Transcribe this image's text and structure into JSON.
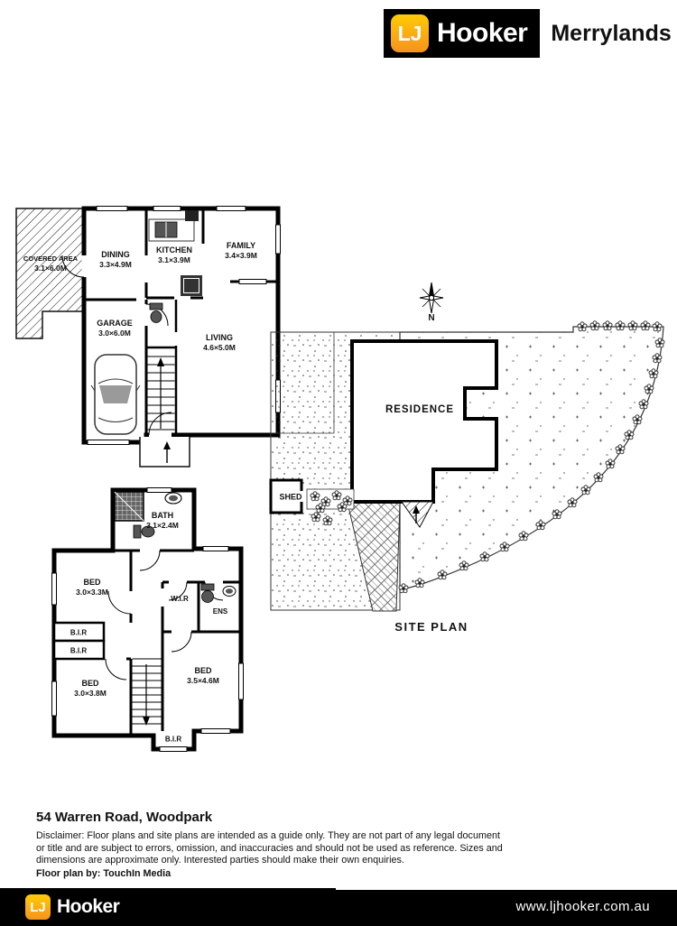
{
  "header": {
    "brand_monogram": "LJ",
    "brand_name": "Hooker",
    "office": "Merrylands"
  },
  "ground_floor": {
    "rooms": [
      {
        "name": "COVERED AREA",
        "dims": "3.1×6.0M"
      },
      {
        "name": "DINING",
        "dims": "3.3×4.9M"
      },
      {
        "name": "KITCHEN",
        "dims": "3.1×3.9M"
      },
      {
        "name": "FAMILY",
        "dims": "3.4×3.9M"
      },
      {
        "name": "GARAGE",
        "dims": "3.0×6.0M"
      },
      {
        "name": "LIVING",
        "dims": "4.6×5.0M"
      }
    ]
  },
  "site_plan": {
    "title": "SITE PLAN",
    "residence_label": "RESIDENCE",
    "shed_label": "SHED",
    "compass_north": "N"
  },
  "first_floor": {
    "rooms": [
      {
        "name": "BATH",
        "dims": "3.1×2.4M"
      },
      {
        "name": "BED",
        "dims": "3.0×3.3M"
      },
      {
        "name": "B.I.R",
        "dims": ""
      },
      {
        "name": "B.I.R",
        "dims": ""
      },
      {
        "name": "BED",
        "dims": "3.0×3.8M"
      },
      {
        "name": "W.I.R",
        "dims": ""
      },
      {
        "name": "ENS",
        "dims": ""
      },
      {
        "name": "BED",
        "dims": "3.5×4.6M"
      },
      {
        "name": "B.I.R",
        "dims": ""
      }
    ]
  },
  "details": {
    "address": "54 Warren Road, Woodpark",
    "disclaimer_lines": [
      "Disclaimer: Floor plans and site plans are intended as a guide only. They are not part of any legal document",
      "or title and are subject to errors, omission, and inaccuracies and should not be used as reference. Sizes and",
      "dimensions are approximate only. Interested parties should make their own enquiries."
    ],
    "credit": "Floor plan by: TouchIn Media"
  },
  "footer": {
    "brand_monogram": "LJ",
    "brand_name": "Hooker",
    "website": "www.ljhooker.com.au"
  },
  "colors": {
    "brand_yellow": "#FFCB05",
    "brand_orange": "#F6921E",
    "bar_black": "#000000"
  }
}
